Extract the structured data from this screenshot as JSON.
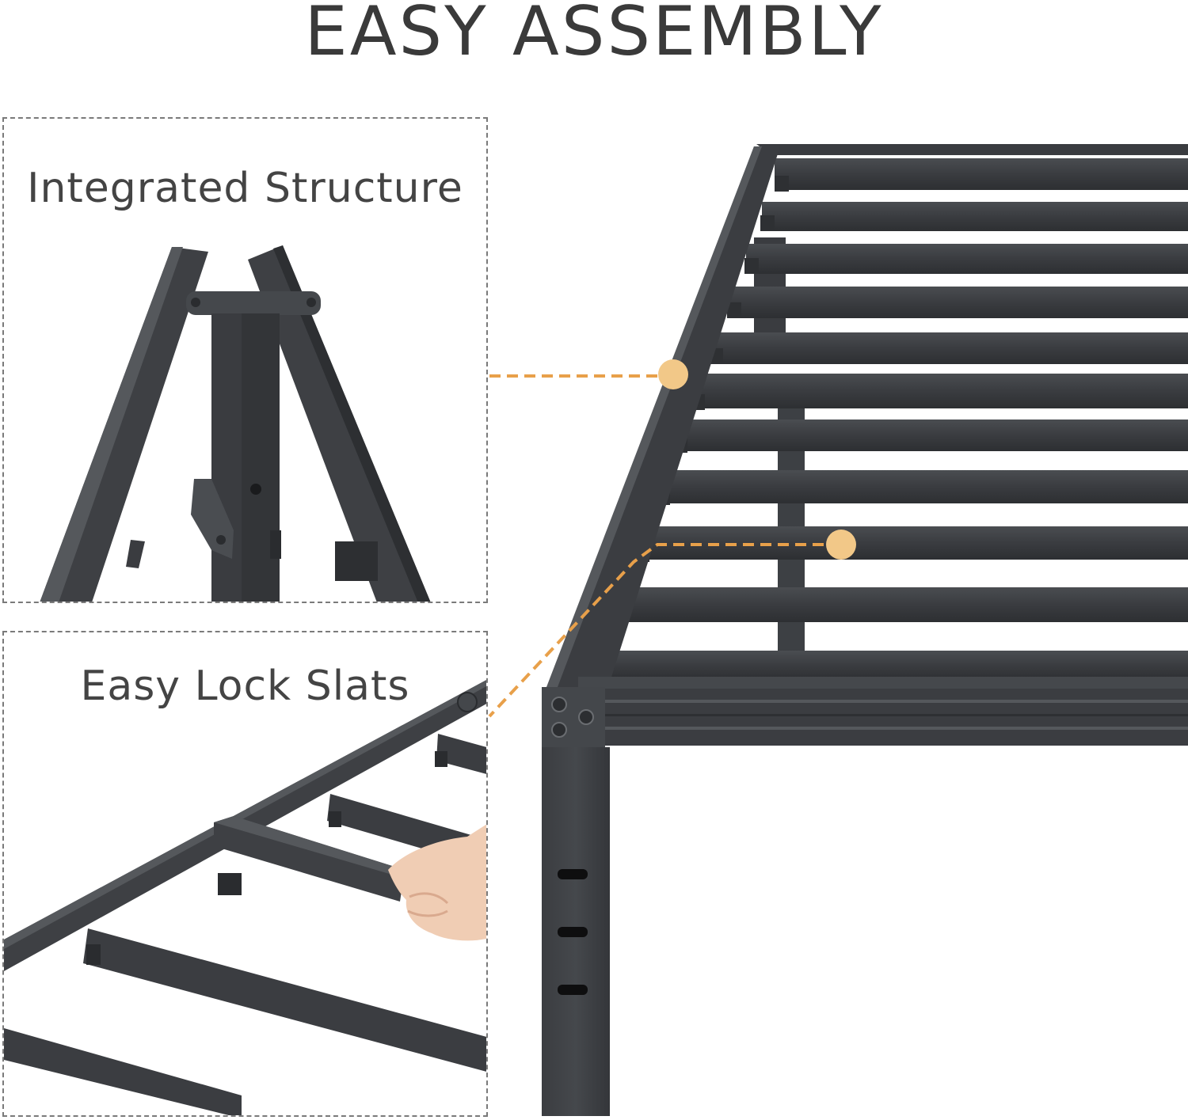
{
  "headline": "EASY ASSEMBLY",
  "callouts": {
    "structure": {
      "label": "Integrated Structure"
    },
    "slats": {
      "label": "Easy Lock Slats"
    }
  },
  "colors": {
    "frame": "#3b3d40",
    "frame_light": "#55585c",
    "accent": "#f2c888",
    "accent_line": "#e8a04a",
    "text": "#3a3a3a",
    "border": "#7a7a7a",
    "skin": "#f0cdb4"
  }
}
